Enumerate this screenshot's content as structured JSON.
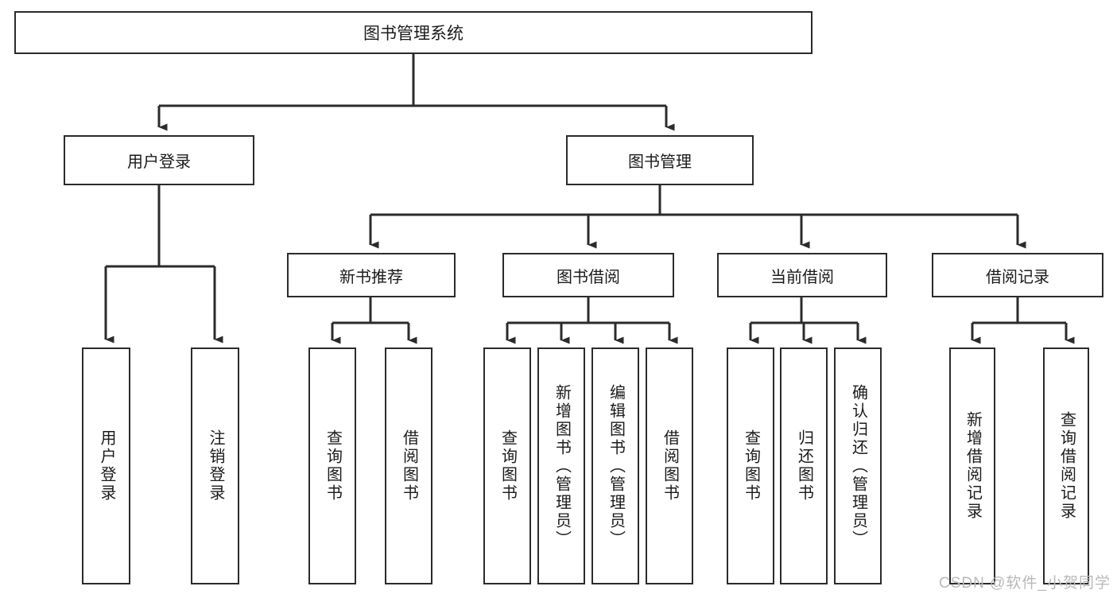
{
  "diagram": {
    "title": "图书管理系统",
    "type": "tree",
    "watermark": "CSDN @软件_小贺同学",
    "stroke_color": "#2b2b2b",
    "box_fill": "#ffffff",
    "text_color": "#1b1b1b",
    "watermark_color": "#b9b9b9"
  },
  "nodes": {
    "root": {
      "label": "图书管理系统"
    },
    "level2": [
      {
        "id": "user-login",
        "label": "用户登录"
      },
      {
        "id": "book-manage",
        "label": "图书管理"
      }
    ],
    "level3": [
      {
        "id": "new-book-recommend",
        "label": "新书推荐"
      },
      {
        "id": "book-borrow",
        "label": "图书借阅"
      },
      {
        "id": "current-borrow",
        "label": "当前借阅"
      },
      {
        "id": "borrow-record",
        "label": "借阅记录"
      }
    ],
    "leaves": {
      "user_login": [
        {
          "id": "leaf-user-login",
          "label": "用户登录"
        },
        {
          "id": "leaf-logout-login",
          "label": "注销登录"
        }
      ],
      "new_book_recommend": [
        {
          "id": "leaf-query-book-1",
          "label": "查询图书"
        },
        {
          "id": "leaf-borrow-book-1",
          "label": "借阅图书"
        }
      ],
      "book_borrow": [
        {
          "id": "leaf-query-book-2",
          "label": "查询图书"
        },
        {
          "id": "leaf-add-book",
          "label": "新增图书（管理员）"
        },
        {
          "id": "leaf-edit-book",
          "label": "编辑图书（管理员）"
        },
        {
          "id": "leaf-borrow-book-2",
          "label": "借阅图书"
        }
      ],
      "current_borrow": [
        {
          "id": "leaf-query-book-3",
          "label": "查询图书"
        },
        {
          "id": "leaf-return-book",
          "label": "归还图书"
        },
        {
          "id": "leaf-confirm-return",
          "label": "确认归还（管理员）"
        }
      ],
      "borrow_record": [
        {
          "id": "leaf-add-record",
          "label": "新增借阅记录"
        },
        {
          "id": "leaf-query-record",
          "label": "查询借阅记录"
        }
      ]
    }
  }
}
